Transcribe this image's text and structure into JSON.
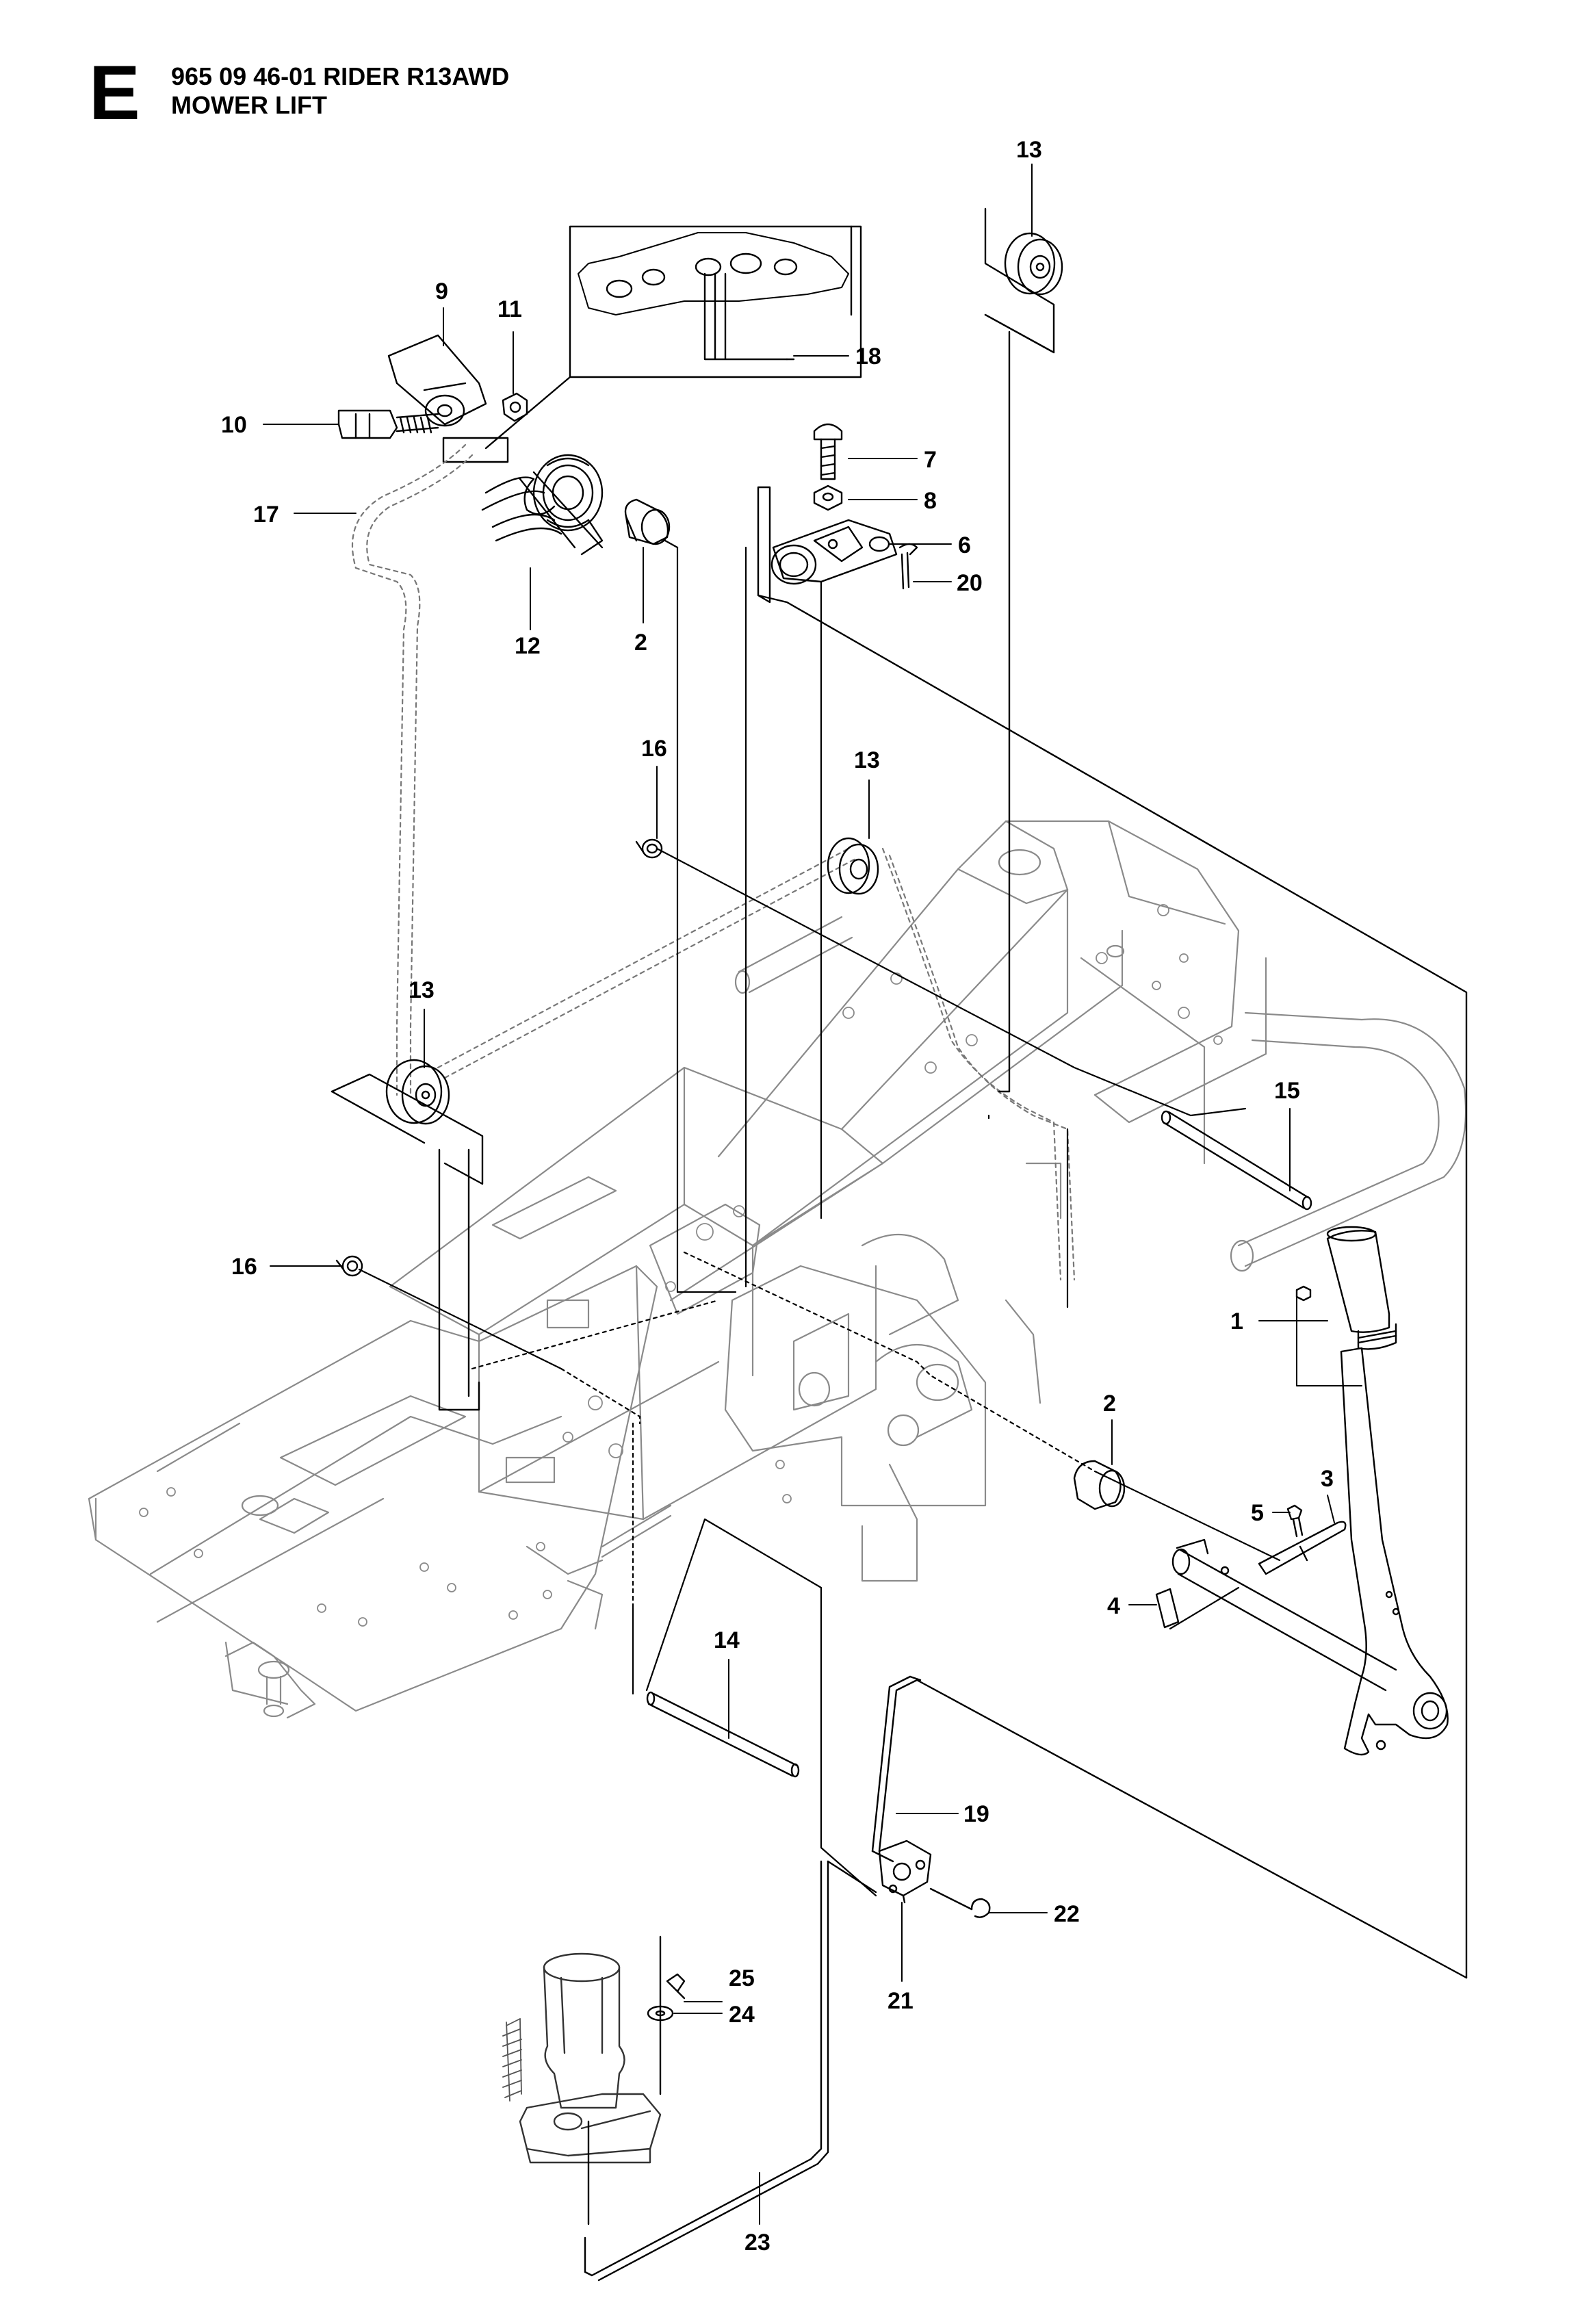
{
  "header": {
    "section_letter": "E",
    "model_line": "965 09 46-01 RIDER R13AWD",
    "assembly_name": "MOWER LIFT"
  },
  "callouts": [
    {
      "id": "c1",
      "label": "1"
    },
    {
      "id": "c2a",
      "label": "2"
    },
    {
      "id": "c2b",
      "label": "2"
    },
    {
      "id": "c3",
      "label": "3"
    },
    {
      "id": "c4",
      "label": "4"
    },
    {
      "id": "c5",
      "label": "5"
    },
    {
      "id": "c6",
      "label": "6"
    },
    {
      "id": "c7",
      "label": "7"
    },
    {
      "id": "c8",
      "label": "8"
    },
    {
      "id": "c9",
      "label": "9"
    },
    {
      "id": "c10",
      "label": "10"
    },
    {
      "id": "c11",
      "label": "11"
    },
    {
      "id": "c12",
      "label": "12"
    },
    {
      "id": "c13a",
      "label": "13"
    },
    {
      "id": "c13b",
      "label": "13"
    },
    {
      "id": "c13c",
      "label": "13"
    },
    {
      "id": "c14",
      "label": "14"
    },
    {
      "id": "c15",
      "label": "15"
    },
    {
      "id": "c16a",
      "label": "16"
    },
    {
      "id": "c16b",
      "label": "16"
    },
    {
      "id": "c17",
      "label": "17"
    },
    {
      "id": "c18",
      "label": "18"
    },
    {
      "id": "c19",
      "label": "19"
    },
    {
      "id": "c20",
      "label": "20"
    },
    {
      "id": "c21",
      "label": "21"
    },
    {
      "id": "c22",
      "label": "22"
    },
    {
      "id": "c23",
      "label": "23"
    },
    {
      "id": "c24",
      "label": "24"
    },
    {
      "id": "c25",
      "label": "25"
    }
  ]
}
